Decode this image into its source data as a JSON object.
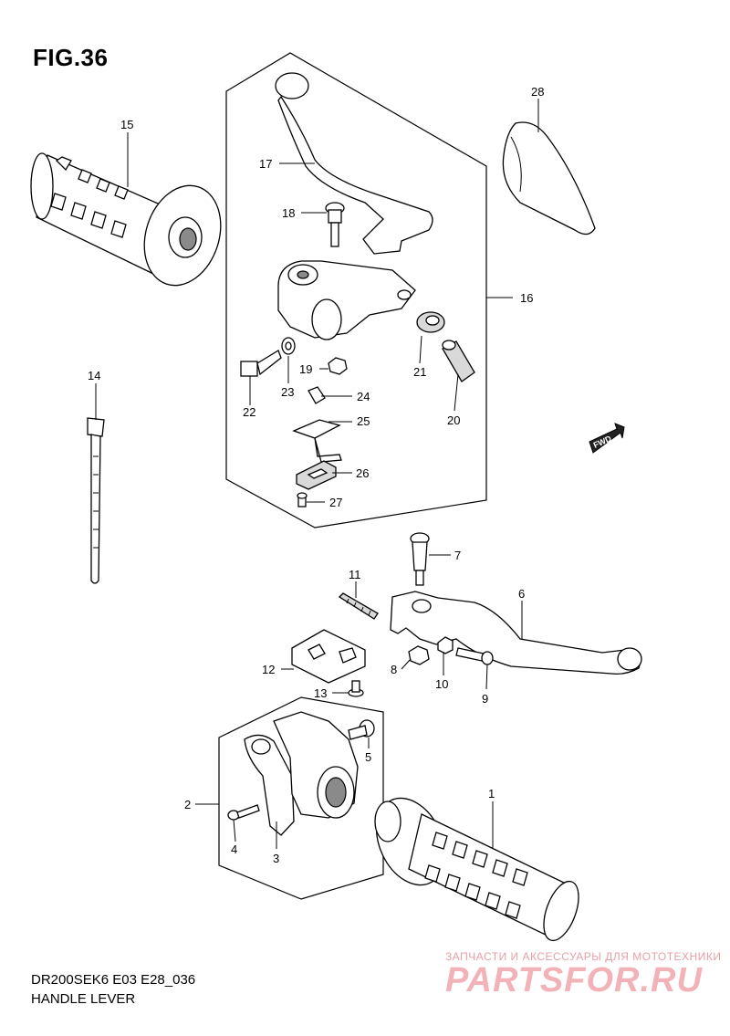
{
  "figure": {
    "title": "FIG.36",
    "model_code": "DR200SEK6 E03 E28_036",
    "caption": "HANDLE LEVER"
  },
  "badge": {
    "text": "FWD"
  },
  "watermark": {
    "subtitle": "ЗАПЧАСТИ И АКСЕССУАРЫ ДЛЯ МОТОТЕХНИКИ",
    "logo": "PARTSFOR.RU",
    "color": "#f2b3b8"
  },
  "callouts": [
    {
      "id": "1",
      "label": "1"
    },
    {
      "id": "2",
      "label": "2"
    },
    {
      "id": "3",
      "label": "3"
    },
    {
      "id": "4",
      "label": "4"
    },
    {
      "id": "5",
      "label": "5"
    },
    {
      "id": "6",
      "label": "6"
    },
    {
      "id": "7",
      "label": "7"
    },
    {
      "id": "8",
      "label": "8"
    },
    {
      "id": "9",
      "label": "9"
    },
    {
      "id": "10",
      "label": "10"
    },
    {
      "id": "11",
      "label": "11"
    },
    {
      "id": "12",
      "label": "12"
    },
    {
      "id": "13",
      "label": "13"
    },
    {
      "id": "14",
      "label": "14"
    },
    {
      "id": "15",
      "label": "15"
    },
    {
      "id": "16",
      "label": "16"
    },
    {
      "id": "17",
      "label": "17"
    },
    {
      "id": "18",
      "label": "18"
    },
    {
      "id": "19",
      "label": "19"
    },
    {
      "id": "20",
      "label": "20"
    },
    {
      "id": "21",
      "label": "21"
    },
    {
      "id": "22",
      "label": "22"
    },
    {
      "id": "23",
      "label": "23"
    },
    {
      "id": "24",
      "label": "24"
    },
    {
      "id": "25",
      "label": "25"
    },
    {
      "id": "26",
      "label": "26"
    },
    {
      "id": "27",
      "label": "27"
    },
    {
      "id": "28",
      "label": "28"
    }
  ]
}
